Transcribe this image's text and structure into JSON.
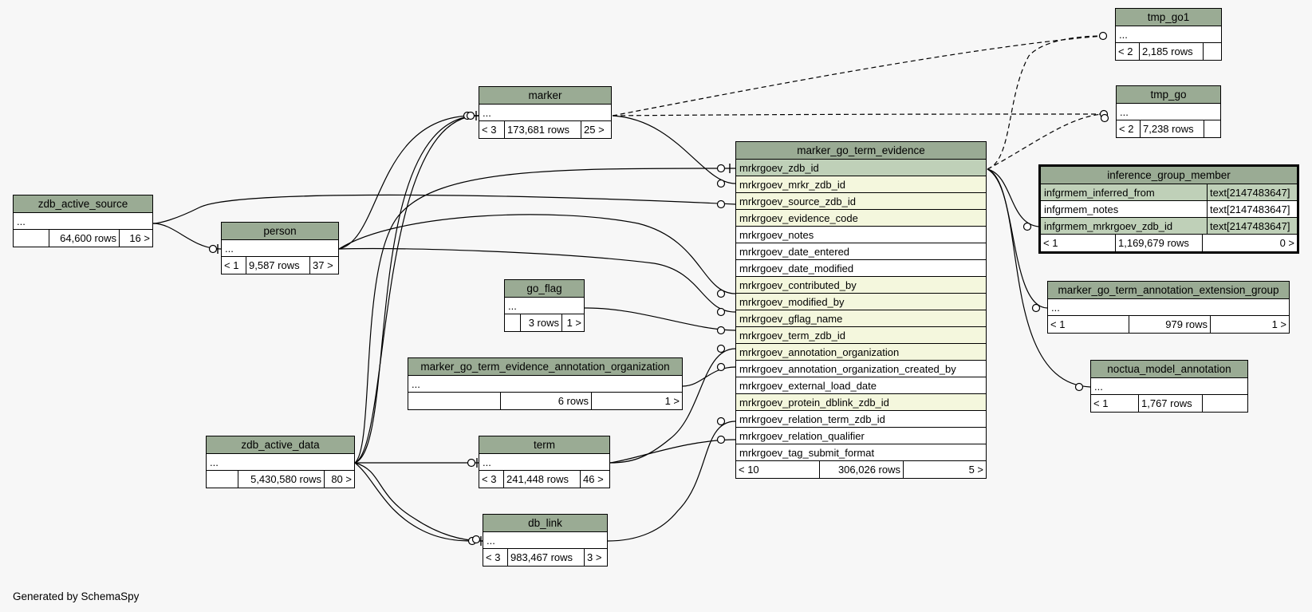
{
  "footer": "Generated by SchemaSpy",
  "colors": {
    "header": "#9aab94",
    "primary_key": "#bfd0b8",
    "foreign_key": "#f4f7dd",
    "background": "#f7f7f7"
  },
  "tables": {
    "tmp_go1": {
      "title": "tmp_go1",
      "rows": [
        "..."
      ],
      "footer": [
        "< 2",
        "2,185 rows",
        ""
      ]
    },
    "tmp_go": {
      "title": "tmp_go",
      "rows": [
        "..."
      ],
      "footer": [
        "< 2",
        "7,238 rows",
        ""
      ]
    },
    "marker": {
      "title": "marker",
      "rows": [
        "..."
      ],
      "footer": [
        "< 3",
        "173,681 rows",
        "25 >"
      ]
    },
    "zdb_active_source": {
      "title": "zdb_active_source",
      "rows": [
        "..."
      ],
      "footer": [
        "",
        "64,600 rows",
        "16 >"
      ]
    },
    "person": {
      "title": "person",
      "rows": [
        "..."
      ],
      "footer": [
        "< 1",
        "9,587 rows",
        "37 >"
      ]
    },
    "go_flag": {
      "title": "go_flag",
      "rows": [
        "..."
      ],
      "footer": [
        "",
        "3 rows",
        "1 >"
      ]
    },
    "mgtea_org": {
      "title": "marker_go_term_evidence_annotation_organization",
      "rows": [
        "..."
      ],
      "footer": [
        "",
        "6 rows",
        "1 >"
      ]
    },
    "zdb_active_data": {
      "title": "zdb_active_data",
      "rows": [
        "..."
      ],
      "footer": [
        "",
        "5,430,580 rows",
        "80 >"
      ]
    },
    "term": {
      "title": "term",
      "rows": [
        "..."
      ],
      "footer": [
        "< 3",
        "241,448 rows",
        "46 >"
      ]
    },
    "db_link": {
      "title": "db_link",
      "rows": [
        "..."
      ],
      "footer": [
        "< 3",
        "983,467 rows",
        "3 >"
      ]
    },
    "mgte": {
      "title": "marker_go_term_evidence",
      "rows": [
        "mrkrgoev_zdb_id",
        "mrkrgoev_mrkr_zdb_id",
        "mrkrgoev_source_zdb_id",
        "mrkrgoev_evidence_code",
        "mrkrgoev_notes",
        "mrkrgoev_date_entered",
        "mrkrgoev_date_modified",
        "mrkrgoev_contributed_by",
        "mrkrgoev_modified_by",
        "mrkrgoev_gflag_name",
        "mrkrgoev_term_zdb_id",
        "mrkrgoev_annotation_organization",
        "mrkrgoev_annotation_organization_created_by",
        "mrkrgoev_external_load_date",
        "mrkrgoev_protein_dblink_zdb_id",
        "mrkrgoev_relation_term_zdb_id",
        "mrkrgoev_relation_qualifier",
        "mrkrgoev_tag_submit_format"
      ],
      "footer": [
        "< 10",
        "306,026 rows",
        "5 >"
      ]
    },
    "igm": {
      "title": "inference_group_member",
      "rows": [
        "infgrmem_inferred_from",
        "infgrmem_notes",
        "infgrmem_mrkrgoev_zdb_id"
      ],
      "types": [
        "text[2147483647]",
        "text[2147483647]",
        "text[2147483647]"
      ],
      "footer": [
        "< 1",
        "1,169,679 rows",
        "0 >"
      ]
    },
    "mgtaeg": {
      "title": "marker_go_term_annotation_extension_group",
      "rows": [
        "..."
      ],
      "footer": [
        "< 1",
        "979 rows",
        "1 >"
      ]
    },
    "noctua": {
      "title": "noctua_model_annotation",
      "rows": [
        "..."
      ],
      "footer": [
        "< 1",
        "1,767 rows",
        ""
      ]
    }
  }
}
